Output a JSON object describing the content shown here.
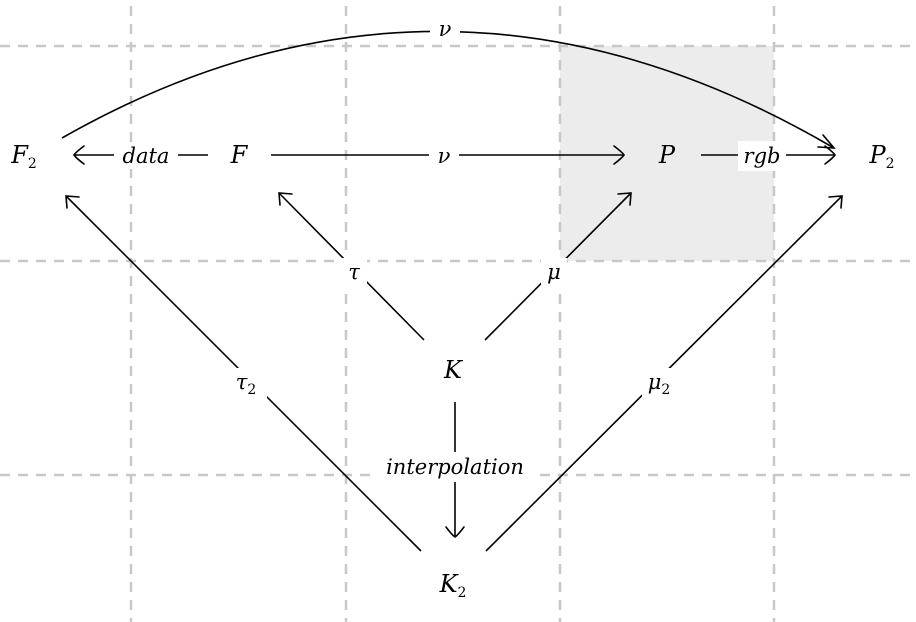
{
  "nodes": {
    "f2": {
      "main": "F",
      "sub": "2"
    },
    "f": {
      "main": "F",
      "sub": ""
    },
    "p": {
      "main": "P",
      "sub": ""
    },
    "p2": {
      "main": "P",
      "sub": "2"
    },
    "k": {
      "main": "K",
      "sub": ""
    },
    "k2": {
      "main": "K",
      "sub": "2"
    }
  },
  "edge_labels": {
    "arc_nu": {
      "main": "ν",
      "sub": ""
    },
    "data": {
      "main": "data",
      "sub": ""
    },
    "nu": {
      "main": "ν",
      "sub": ""
    },
    "rgb": {
      "main": "rgb",
      "sub": ""
    },
    "tau": {
      "main": "τ",
      "sub": ""
    },
    "mu": {
      "main": "μ",
      "sub": ""
    },
    "tau2": {
      "main": "τ",
      "sub": "2"
    },
    "mu2": {
      "main": "μ",
      "sub": "2"
    },
    "interpolation": {
      "main": "interpolation",
      "sub": ""
    }
  },
  "colors": {
    "highlight_cell": "#ececec",
    "grid": "#c8c8c8",
    "ink": "#000000"
  }
}
